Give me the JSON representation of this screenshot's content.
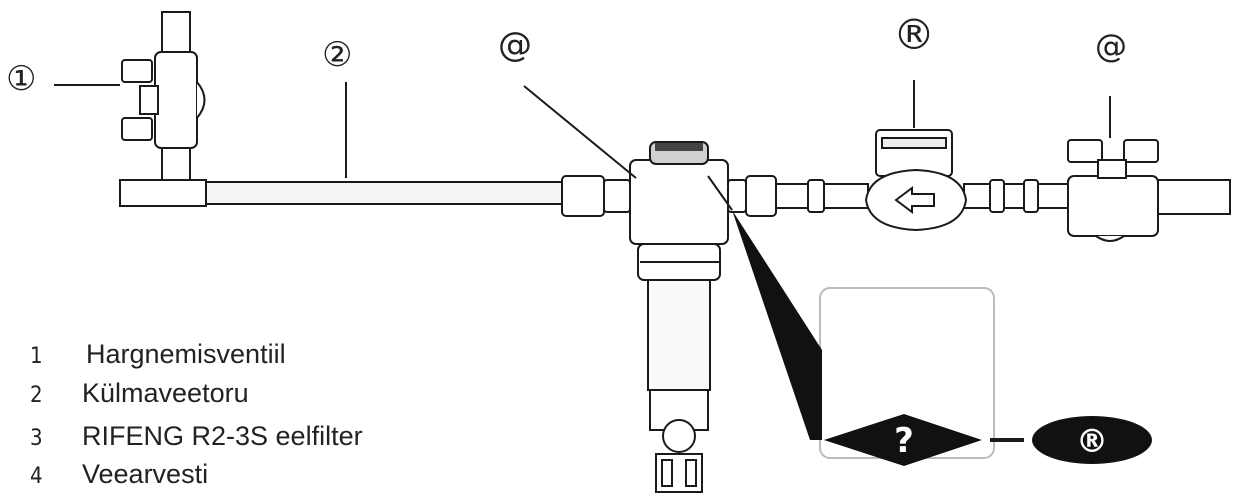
{
  "callouts": {
    "c1": "①",
    "c2": "②",
    "c3": "@",
    "c4": "®",
    "c5": "@"
  },
  "legend": {
    "items": [
      {
        "num": "1",
        "label": "Hargnemisventiil"
      },
      {
        "num": "2",
        "label": "Külmaveetoru"
      },
      {
        "num": "3",
        "label": "RIFENG R2-3S eelfilter"
      },
      {
        "num": "4",
        "label": "Veearvesti"
      }
    ]
  },
  "diagram_symbols": {
    "diamond": "?",
    "circle": "®"
  },
  "colors": {
    "line": "#1a1a1a",
    "fill": "#ffffff",
    "shade": "#e8e8e8",
    "dark": "#111111"
  }
}
